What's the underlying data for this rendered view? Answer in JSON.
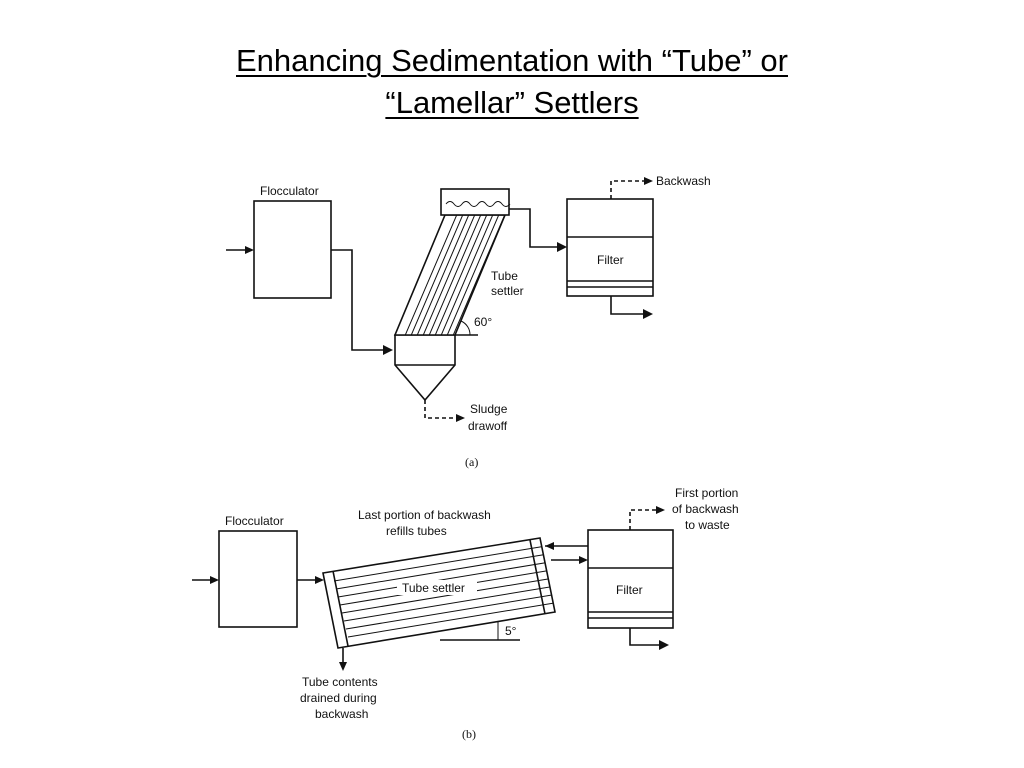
{
  "title": {
    "line1": "Enhancing Sedimentation with “Tube” or",
    "line2": "“Lamellar” Settlers"
  },
  "diagram_a": {
    "flocculator": "Flocculator",
    "tube_settler_line1": "Tube",
    "tube_settler_line2": "settler",
    "angle": "60°",
    "backwash": "Backwash",
    "filter": "Filter",
    "sludge_line1": "Sludge",
    "sludge_line2": "drawoff",
    "caption": "(a)"
  },
  "diagram_b": {
    "flocculator": "Flocculator",
    "last_portion_line1": "Last portion of backwash",
    "last_portion_line2": "refills tubes",
    "tube_settler": "Tube settler",
    "angle": "5°",
    "first_portion_line1": "First portion",
    "first_portion_line2": "of backwash",
    "first_portion_line3": "to waste",
    "filter": "Filter",
    "drain_line1": "Tube contents",
    "drain_line2": "drained during",
    "drain_line3": "backwash",
    "caption": "(b)"
  }
}
